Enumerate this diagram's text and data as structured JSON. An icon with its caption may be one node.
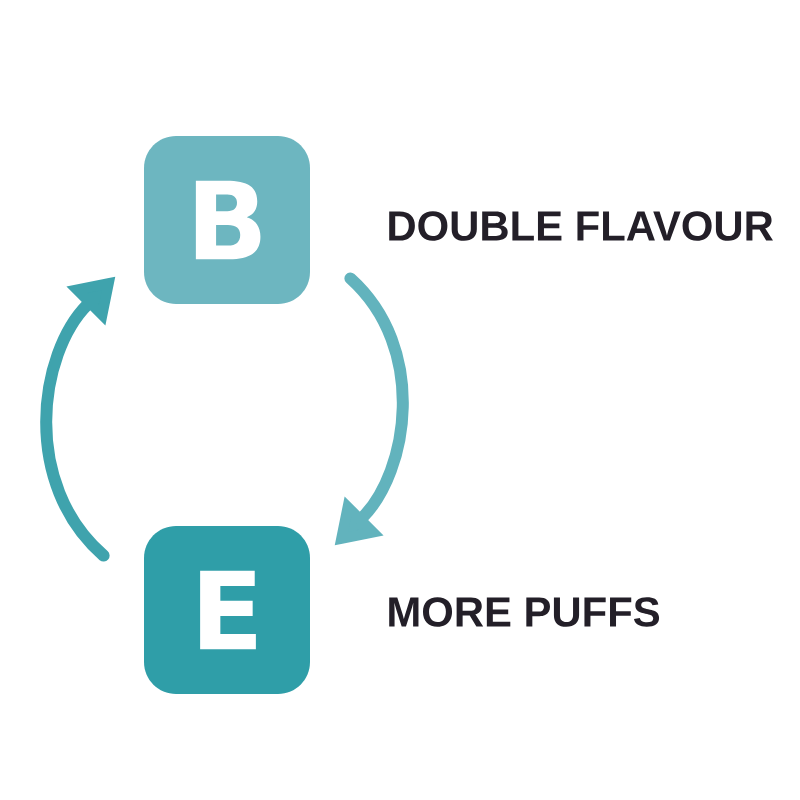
{
  "diagram": {
    "nodes": [
      {
        "text": [
          "B"
        ],
        "beside": [
          "DOUBLE FLAVOUR"
        ]
      },
      {
        "text": [
          "E"
        ],
        "beside": [
          "MORE PUFFS"
        ]
      }
    ],
    "edges": [
      {
        "from": 0,
        "to": 1,
        "arrow": "to"
      },
      {
        "from": 1,
        "to": 0,
        "arrow": "to"
      }
    ]
  }
}
